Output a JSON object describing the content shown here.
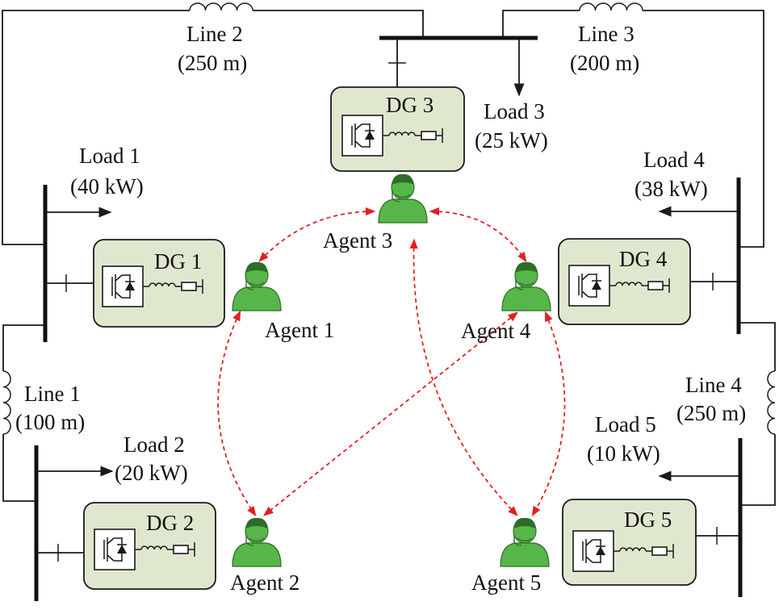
{
  "lines": [
    {
      "id": "line1",
      "name": "Line 1",
      "length": "(100 m)"
    },
    {
      "id": "line2",
      "name": "Line 2",
      "length": "(250 m)"
    },
    {
      "id": "line3",
      "name": "Line 3",
      "length": "(200 m)"
    },
    {
      "id": "line4",
      "name": "Line 4",
      "length": "(250 m)"
    }
  ],
  "loads": [
    {
      "id": "load1",
      "name": "Load 1",
      "power": "(40 kW)"
    },
    {
      "id": "load2",
      "name": "Load 2",
      "power": "(20 kW)"
    },
    {
      "id": "load3",
      "name": "Load 3",
      "power": "(25 kW)"
    },
    {
      "id": "load4",
      "name": "Load 4",
      "power": "(38 kW)"
    },
    {
      "id": "load5",
      "name": "Load 5",
      "power": "(10 kW)"
    }
  ],
  "dgs": [
    {
      "id": "dg1",
      "label": "DG 1"
    },
    {
      "id": "dg2",
      "label": "DG 2"
    },
    {
      "id": "dg3",
      "label": "DG 3"
    },
    {
      "id": "dg4",
      "label": "DG 4"
    },
    {
      "id": "dg5",
      "label": "DG 5"
    }
  ],
  "agents": [
    {
      "id": "agent1",
      "label": "Agent 1"
    },
    {
      "id": "agent2",
      "label": "Agent 2"
    },
    {
      "id": "agent3",
      "label": "Agent 3"
    },
    {
      "id": "agent4",
      "label": "Agent 4"
    },
    {
      "id": "agent5",
      "label": "Agent 5"
    }
  ],
  "communication_links": [
    {
      "from": "agent1",
      "to": "agent3"
    },
    {
      "from": "agent3",
      "to": "agent4"
    },
    {
      "from": "agent1",
      "to": "agent2"
    },
    {
      "from": "agent4",
      "to": "agent2"
    },
    {
      "from": "agent3",
      "to": "agent5"
    },
    {
      "from": "agent4",
      "to": "agent5"
    }
  ],
  "colors": {
    "dg_fill": "#dfe8cf",
    "agent": "#57b64a",
    "communication": "#e02020",
    "wire": "#1a1a1a"
  }
}
